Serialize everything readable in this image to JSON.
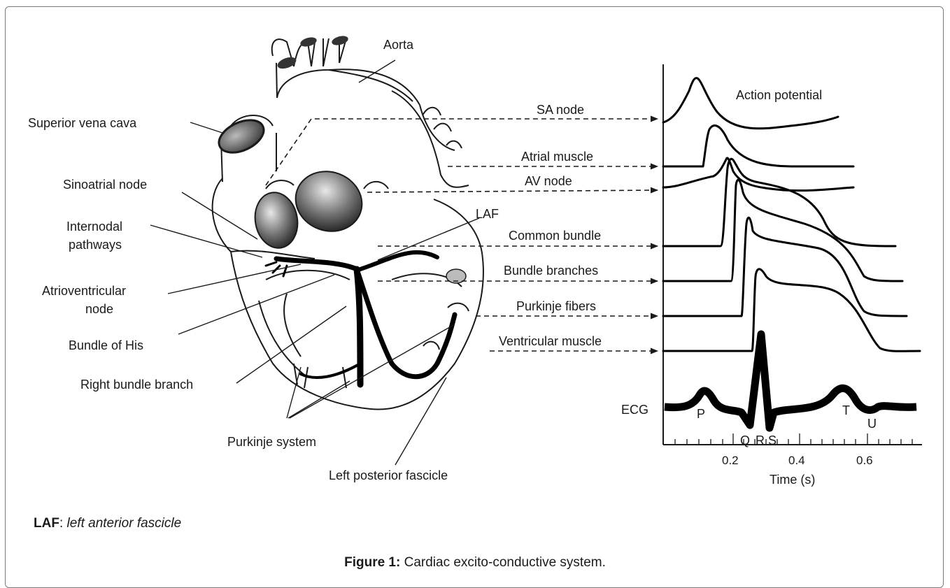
{
  "labels": {
    "aorta": "Aorta",
    "superior_vena_cava": "Superior vena cava",
    "sinoatrial_node": "Sinoatrial node",
    "internodal_1": "Internodal",
    "internodal_2": "pathways",
    "atrioventricular_1": "Atrioventricular",
    "atrioventricular_2": "node",
    "bundle_of_his": "Bundle of His",
    "right_bundle_branch": "Right bundle branch",
    "purkinje_system": "Purkinje system",
    "left_posterior_fascicle": "Left posterior fascicle",
    "laf": "LAF",
    "action_potential": "Action potential"
  },
  "traces": [
    "SA node",
    "Atrial muscle",
    "AV node",
    "Common bundle",
    "Bundle branches",
    "Purkinje fibers",
    "Ventricular muscle"
  ],
  "ecg": {
    "label": "ECG",
    "waves": [
      "P",
      "Q",
      "R",
      "S",
      "T",
      "U"
    ]
  },
  "axis": {
    "xlabel": "Time (s)",
    "ticks": [
      "0.2",
      "0.4",
      "0.6"
    ]
  },
  "legend": {
    "key": "LAF",
    "separator": ": ",
    "definition": "left anterior fascicle"
  },
  "caption": {
    "label": "Figure 1:",
    "text": " Cardiac excito-conductive system."
  }
}
